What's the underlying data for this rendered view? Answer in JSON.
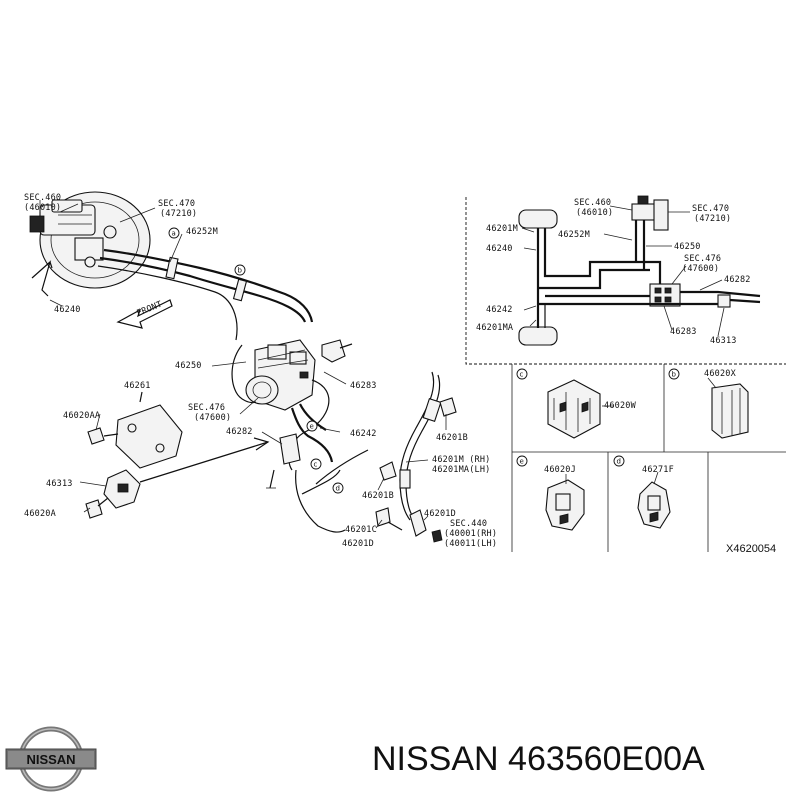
{
  "main_labels": {
    "sec460": "SEC.460",
    "sec460_sub": "(46010)",
    "sec470": "SEC.470",
    "sec470_sub": "(47210)",
    "p46252m": "46252M",
    "p46240": "46240",
    "front": "FRONT",
    "p46250": "46250",
    "p46283": "46283",
    "p46261": "46261",
    "p46020aa": "46020AA",
    "sec476": "SEC.476",
    "sec476_sub": "(47600)",
    "p46282": "46282",
    "p46242": "46242",
    "p46313": "46313",
    "p46020a": "46020A",
    "p46201b_a": "46201B",
    "p46201m_rh": "46201M (RH)",
    "p46201ma_lh": "46201MA(LH)",
    "p46201b_b": "46201B",
    "p46201c": "46201C",
    "p46201d_a": "46201D",
    "p46201d_b": "46201D",
    "sec440": "SEC.440",
    "sec440_rh": "(40001(RH)",
    "sec440_lh": "(40011(LH)"
  },
  "inset_labels": {
    "sec460": "SEC.460",
    "sec460_sub": "(46010)",
    "sec470": "SEC.470",
    "sec470_sub": "(47210)",
    "p46201m": "46201M",
    "p46252m": "46252M",
    "p46240": "46240",
    "p46250": "46250",
    "sec476": "SEC.476",
    "sec476_sub": "(47600)",
    "p46282": "46282",
    "p46242": "46242",
    "p46201ma": "46201MA",
    "p46283": "46283",
    "p46313": "46313"
  },
  "detail_labels": {
    "c_part": "46020W",
    "b_part": "46020X",
    "e_part": "46020J",
    "d_part": "46271F"
  },
  "callouts": {
    "a": "a",
    "b": "b",
    "c": "c",
    "d": "d",
    "e": "e"
  },
  "diagram_code": "X4620054",
  "footer": {
    "brand_logo_text": "NISSAN",
    "title": "NISSAN 463560E00A"
  }
}
